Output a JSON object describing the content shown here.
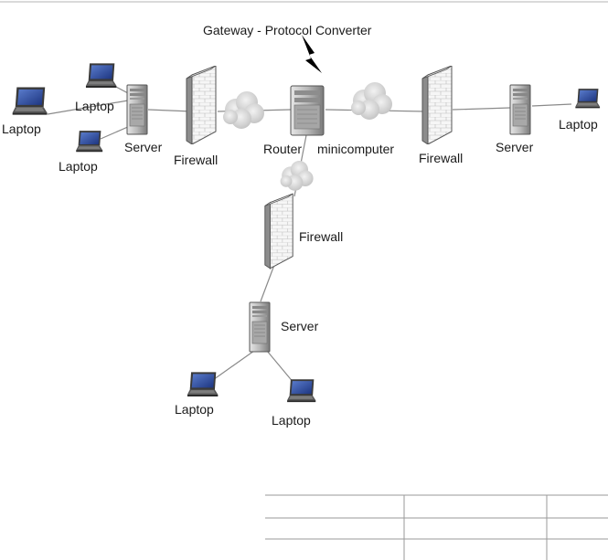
{
  "gateway_label": "Gateway - Protocol Converter",
  "router_label": "Router",
  "minicomputer_label": "minicomputer",
  "left_network": {
    "server_label": "Server",
    "firewall_label": "Firewall",
    "laptop_top_label": "Laptop",
    "laptop_left_label": "Laptop",
    "laptop_bottom_label": "Laptop"
  },
  "right_network": {
    "firewall_label": "Firewall",
    "server_label": "Server",
    "laptop_label": "Laptop"
  },
  "bottom_network": {
    "firewall_label": "Firewall",
    "server_label": "Server",
    "laptop_left_label": "Laptop",
    "laptop_right_label": "Laptop"
  },
  "colors": {
    "screen": "#2c4a9c",
    "server_body": "#c8c8c8",
    "firewall_face": "#f4f4f4",
    "cloud": "#d6d6d6",
    "lightning": "#000000"
  }
}
